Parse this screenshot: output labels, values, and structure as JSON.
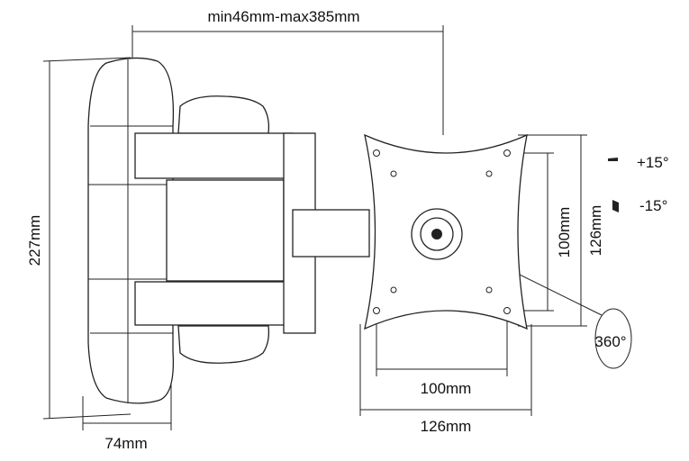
{
  "title": "Swivel wall mount dimensions",
  "labels": {
    "arm_extension": "min46mm-max385mm",
    "wall_plate_height": "227mm",
    "wall_plate_depth": "74mm",
    "vesa_horizontal_inner": "100mm",
    "vesa_horizontal_outer": "126mm",
    "vesa_vertical_inner": "100mm",
    "vesa_vertical_outer": "126mm",
    "tilt_up": "+15°",
    "tilt_down": "-15°",
    "rotation": "360°"
  }
}
